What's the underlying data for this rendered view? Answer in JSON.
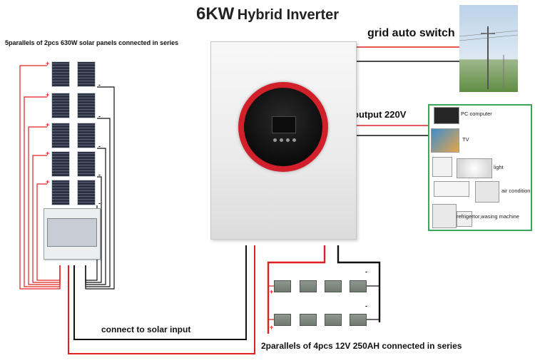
{
  "title": {
    "main": "6KW",
    "rest": "Hybrid Inverter"
  },
  "labels": {
    "solar_panels": "5parallels of 2pcs 630W solar panels connected in series",
    "grid": "grid auto switch",
    "output": "output 220V",
    "solar_input": "connect to solar input",
    "batteries": "2parallels of 4pcs 12V 250AH connected in series"
  },
  "appliances": [
    {
      "label": "PC computer",
      "icon": "monitor-icon"
    },
    {
      "label": "TV",
      "icon": "tv-icon"
    },
    {
      "label": "light",
      "icon": "chandelier-icon"
    },
    {
      "label": "air condition",
      "icon": "air-conditioner-icon"
    },
    {
      "label": "refrigertor,wasing machine",
      "icon": "refrigerator-icon"
    }
  ],
  "colors": {
    "positive_wire": "#e02020",
    "negative_wire": "#111111",
    "inverter_accent": "#d2202a",
    "appliance_border": "#3aa85a"
  },
  "components": {
    "solar_panels": {
      "strings": 5,
      "panels_per_string": 2
    },
    "batteries": {
      "strings": 2,
      "batteries_per_string": 4
    }
  }
}
